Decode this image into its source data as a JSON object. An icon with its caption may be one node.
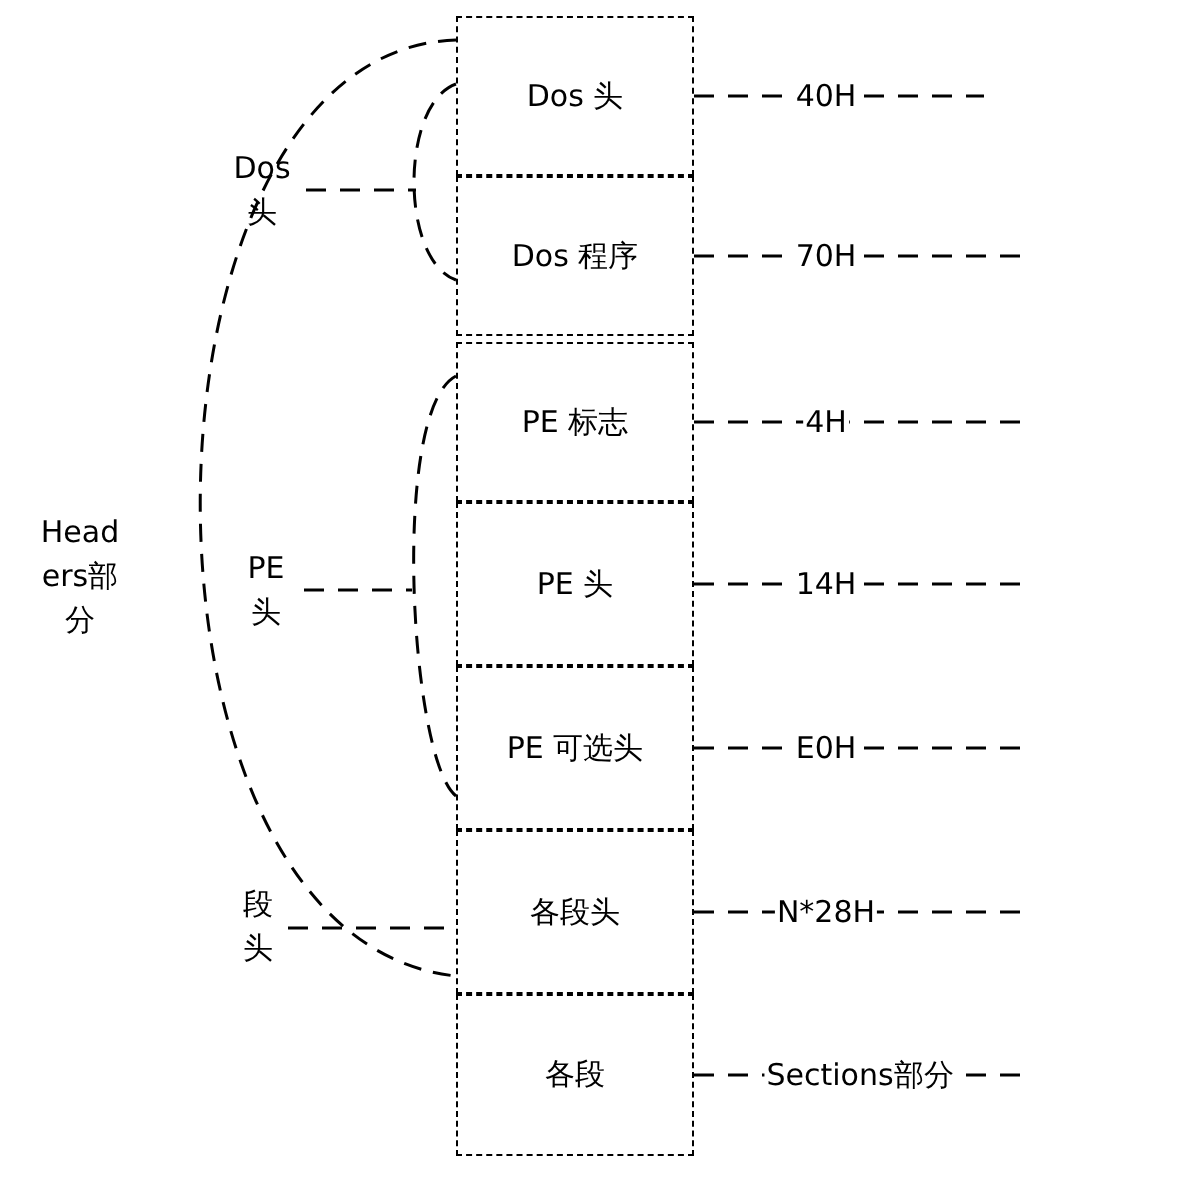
{
  "diagram": {
    "nodes": [
      {
        "text": [
          "Dos 头"
        ]
      },
      {
        "text": [
          "Dos 程序"
        ]
      },
      {
        "text": [
          "PE 标志"
        ]
      },
      {
        "text": [
          "PE 头"
        ]
      },
      {
        "text": [
          "PE 可选头"
        ]
      },
      {
        "text": [
          "各段头"
        ]
      },
      {
        "text": [
          "各段"
        ]
      },
      {
        "text": [
          "Dos头"
        ]
      },
      {
        "text": [
          "PE头"
        ]
      },
      {
        "text": [
          "段头"
        ]
      },
      {
        "text": [],
        "shape": "bracket"
      },
      {
        "text": [],
        "shape": "bracket"
      }
    ],
    "edges": [
      {
        "from": 0,
        "to": null,
        "arrow": "none",
        "label": "40H",
        "style": "dashed"
      },
      {
        "from": 1,
        "to": null,
        "arrow": "none",
        "label": "70H",
        "style": "dashed"
      },
      {
        "from": 2,
        "to": null,
        "arrow": "none",
        "label": "4H",
        "style": "dashed"
      },
      {
        "from": 3,
        "to": null,
        "arrow": "none",
        "label": "14H",
        "style": "dashed"
      },
      {
        "from": 4,
        "to": null,
        "arrow": "none",
        "label": "E0H",
        "style": "dashed"
      },
      {
        "from": 5,
        "to": null,
        "arrow": "none",
        "label": "N*28H",
        "style": "dashed"
      },
      {
        "from": 6,
        "to": null,
        "arrow": "none",
        "label": "Sections部分",
        "style": "dashed"
      },
      {
        "from": 7,
        "to": 10,
        "arrow": "none",
        "style": "dashed"
      },
      {
        "from": 8,
        "to": 11,
        "arrow": "none",
        "style": "dashed"
      },
      {
        "from": 9,
        "to": 5,
        "arrow": "none",
        "style": "dashed"
      }
    ],
    "labels": [
      "Headers部分"
    ]
  }
}
